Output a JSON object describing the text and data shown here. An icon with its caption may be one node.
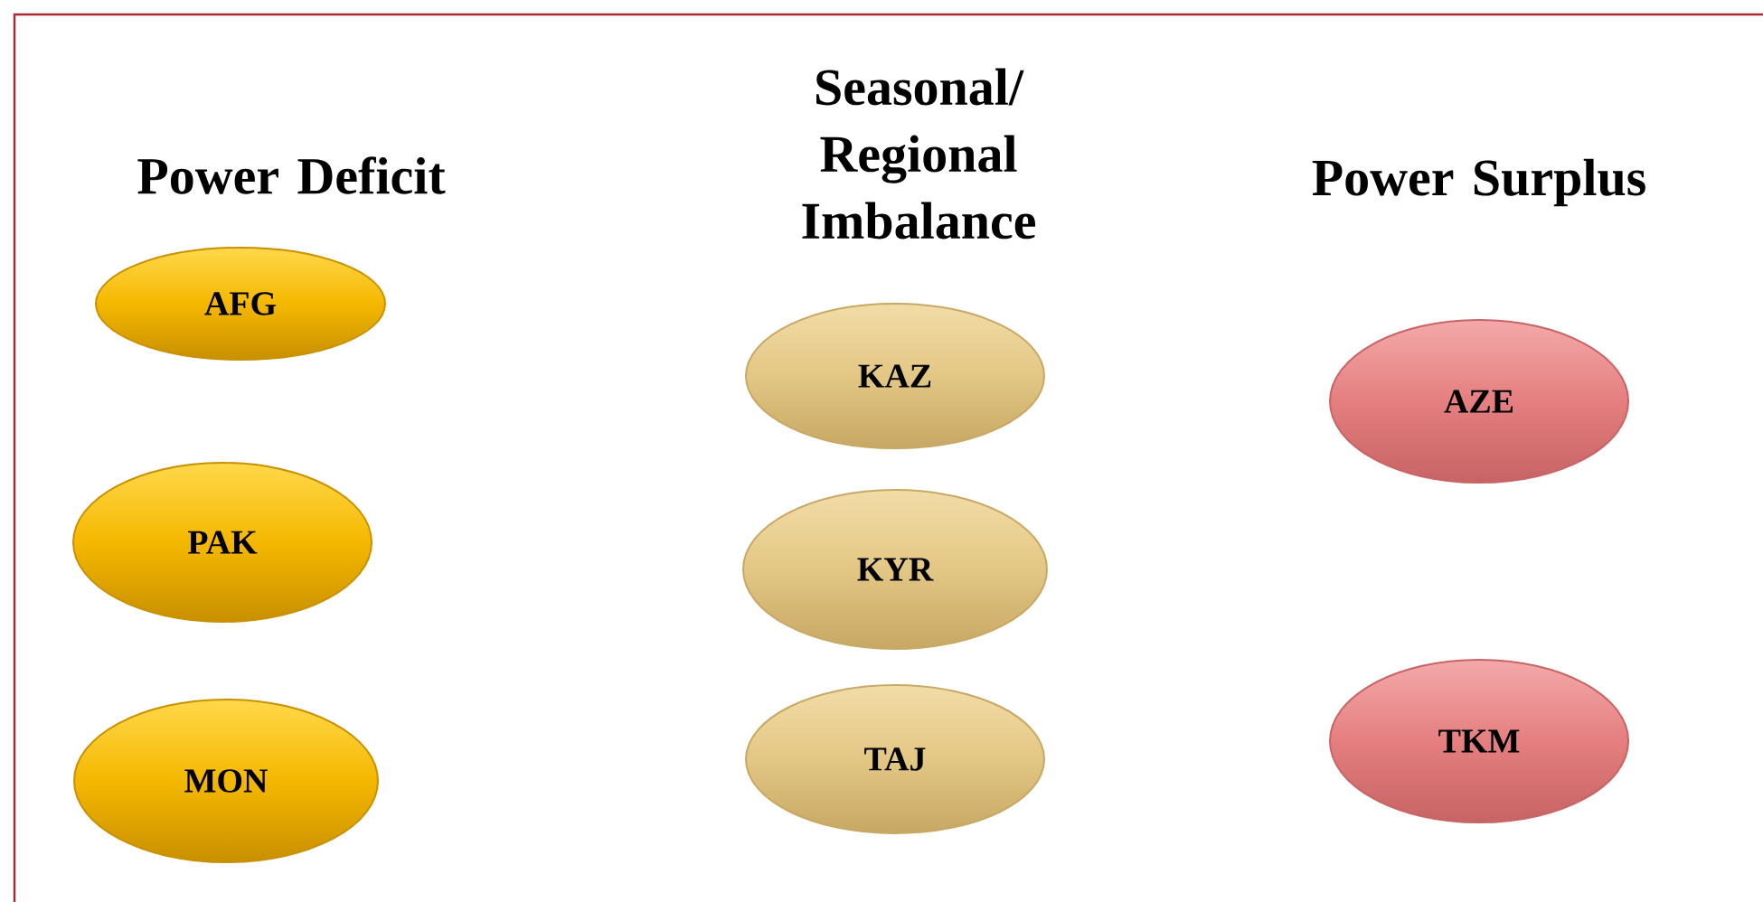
{
  "diagram": {
    "nodes": [
      {
        "text": [
          "AFG"
        ]
      },
      {
        "text": [
          "PAK"
        ]
      },
      {
        "text": [
          "MON"
        ]
      },
      {
        "text": [
          "KAZ"
        ]
      },
      {
        "text": [
          "KYR"
        ]
      },
      {
        "text": [
          "TAJ"
        ]
      },
      {
        "text": [
          "AZE"
        ]
      },
      {
        "text": [
          "TKM"
        ]
      }
    ],
    "labels": [
      "Power Deficit",
      "Seasonal/ Regional Imbalance",
      "Power Surplus"
    ]
  }
}
